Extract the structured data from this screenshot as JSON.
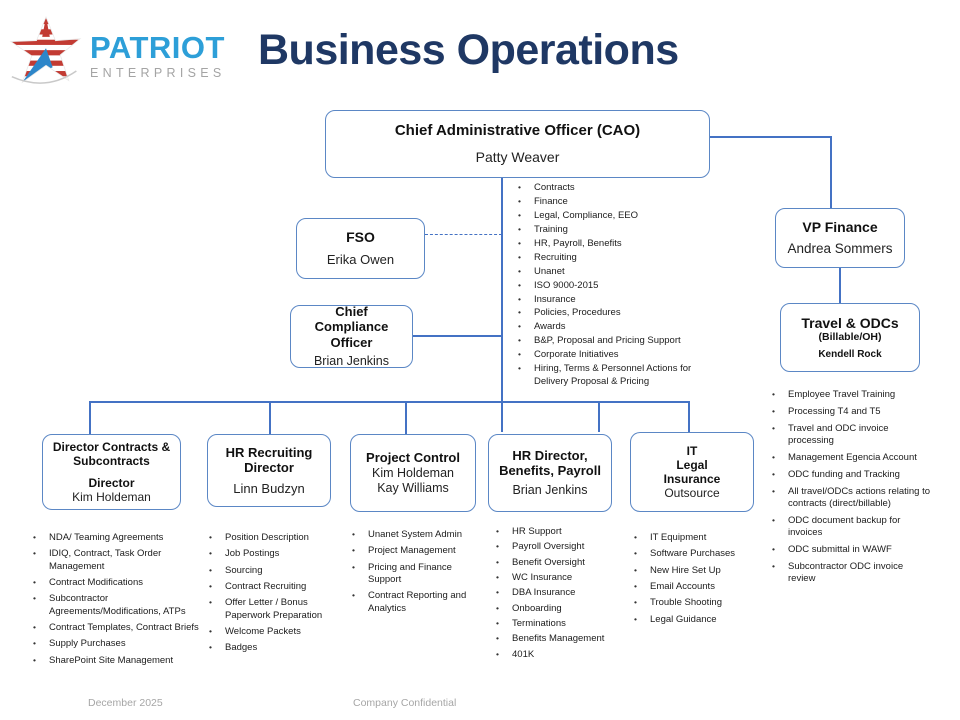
{
  "page": {
    "title": "Business Operations",
    "footer_left": "December 2025",
    "footer_center": "Company Confidential"
  },
  "logo": {
    "icon": "patriot-star-logo",
    "name_top": "PATRIOT",
    "name_bottom": "ENTERPRISES"
  },
  "colors": {
    "accent_blue": "#4472C4",
    "box_border_blue": "#5B87C5",
    "title_navy": "#1F3864",
    "logo_blue": "#2D9FD8",
    "logo_gray": "#A4A4A4",
    "logo_red": "#C23B33",
    "footer_gray": "#A6A6A6"
  },
  "boxes": {
    "cao": {
      "title": "Chief Administrative Officer (CAO)",
      "name": "Patty Weaver"
    },
    "fso": {
      "title": "FSO",
      "name": "Erika Owen"
    },
    "cco": {
      "title": "Chief Compliance Officer",
      "name": "Brian Jenkins"
    },
    "vp_finance": {
      "title": "VP Finance",
      "name": "Andrea Sommers"
    },
    "travel_odcs": {
      "title": "Travel & ODCs",
      "subtitle": "(Billable/OH)",
      "name": "Kendell Rock"
    },
    "contracts": {
      "title": "Director Contracts & Subcontracts",
      "role": "Director",
      "name": "Kim Holdeman"
    },
    "hr_recruiting": {
      "title": "HR Recruiting Director",
      "name": "Linn Budzyn"
    },
    "project_control": {
      "title": "Project Control",
      "name": "Kim Holdeman",
      "name2": "Kay Williams"
    },
    "hr_director": {
      "title": "HR Director, Benefits, Payroll",
      "name": "Brian Jenkins"
    },
    "it": {
      "line1": "IT",
      "line2": "Legal",
      "line3": "Insurance",
      "line4": "Outsource"
    }
  },
  "lists": {
    "cao_duties": [
      "Contracts",
      "Finance",
      "Legal, Compliance, EEO",
      "Training",
      "HR, Payroll, Benefits",
      "Recruiting",
      "Unanet",
      "ISO 9000-2015",
      "Insurance",
      "Policies, Procedures",
      "Awards",
      "B&P, Proposal and Pricing Support",
      "Corporate Initiatives",
      "Hiring, Terms & Personnel Actions for Delivery Proposal & Pricing"
    ],
    "travel_duties": [
      "Employee Travel Training",
      "Processing T4 and T5",
      "Travel and ODC invoice processing",
      "Management Egencia Account",
      "ODC funding and Tracking",
      "All travel/ODCs actions relating to contracts (direct/billable)",
      "ODC document backup for invoices",
      "ODC submittal in WAWF",
      "Subcontractor ODC invoice review"
    ],
    "contracts_duties": [
      "NDA/ Teaming Agreements",
      "IDIQ, Contract, Task Order Management",
      "Contract Modifications",
      "Subcontractor Agreements/Modifications, ATPs",
      "Contract Templates, Contract Briefs",
      "Supply Purchases",
      "SharePoint Site Management"
    ],
    "hr_recruiting_duties": [
      "Position Description",
      "Job Postings",
      "Sourcing",
      "Contract Recruiting",
      "Offer Letter / Bonus Paperwork Preparation",
      "Welcome Packets",
      "Badges"
    ],
    "project_control_duties": [
      "Unanet System Admin",
      "Project Management",
      "Pricing and Finance Support",
      "Contract Reporting and Analytics"
    ],
    "hr_director_duties": [
      "HR Support",
      "Payroll Oversight",
      "Benefit Oversight",
      "WC Insurance",
      "DBA Insurance",
      "Onboarding",
      "Terminations",
      "Benefits Management",
      "401K"
    ],
    "it_duties": [
      "IT Equipment",
      "Software Purchases",
      "New Hire Set Up",
      "Email Accounts",
      "Trouble Shooting",
      "Legal Guidance"
    ]
  }
}
